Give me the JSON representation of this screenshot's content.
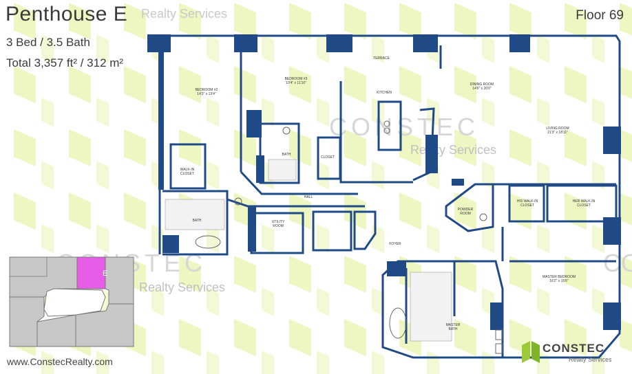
{
  "header": {
    "title": "Penthouse E",
    "bed_bath": "3 Bed / 3.5 Bath",
    "total_area": "Total 3,357 ft² / 312 m²",
    "floor": "Floor 69"
  },
  "watermark": {
    "realty_services": "Realty Services",
    "constec": "CONSTEC"
  },
  "footer": {
    "url": "www.ConstecRealty.com"
  },
  "logo": {
    "name": "CONSTEC",
    "subtitle": "Realty Services"
  },
  "keyplan": {
    "highlighted_unit": "E",
    "highlight_color": "#e65ce6"
  },
  "rooms": {
    "bedroom2": "BEDROOM #2",
    "bedroom2_dim": "14'3\" x 13'4\"",
    "bedroom3": "BEDROOM #3",
    "bedroom3_dim": "10'4\" x 11'10\"",
    "terrace": "TERRACE",
    "kitchen": "KITCHEN",
    "dining": "DINING ROOM",
    "dining_dim": "14'6\" x 20'0\"",
    "living": "LIVING ROOM",
    "living_dim": "21'3\" x 18'11\"",
    "walkin_closet": "WALK-IN CLOSET",
    "bath": "BATH",
    "closet": "CLOSET",
    "hall": "HALL",
    "utility": "UTILITY ROOM",
    "powder": "POWDER ROOM",
    "his_closet": "HIS WALK-IN CLOSET",
    "her_closet": "HER WALK-IN CLOSET",
    "foyer": "FOYER",
    "master_bedroom": "MASTER BEDROOM",
    "master_bedroom_dim": "16'2\" x 15'6\"",
    "master_bath": "MASTER BATH"
  },
  "colors": {
    "wall": "#1f4a86",
    "background_shapes": "#f0f7c8",
    "keyplan_grey": "#c8c8c8",
    "logo_green": "#9bc93a"
  }
}
